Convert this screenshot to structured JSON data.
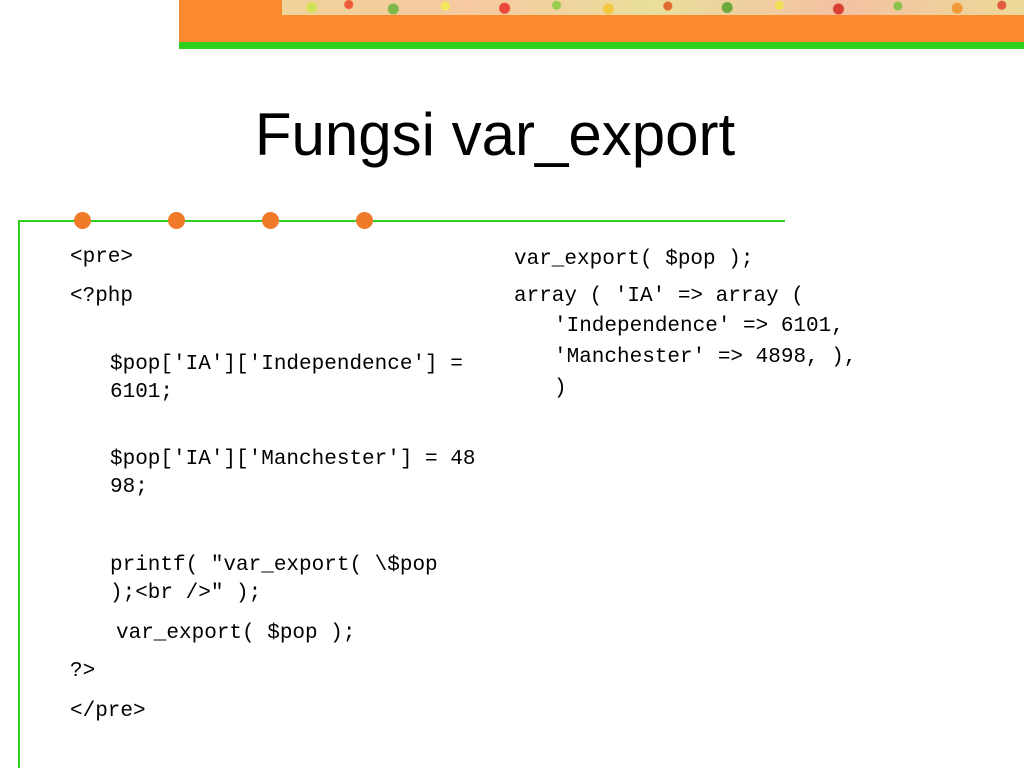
{
  "slide": {
    "title": "Fungsi var_export"
  },
  "left_code": {
    "pre_open": "<pre>",
    "php_open": "<?php",
    "line1": "$pop['IA']['Independence'] = 6101;",
    "line2": "$pop['IA']['Manchester'] = 4898;",
    "line3": "printf( \"var_export( \\$pop );<br />\" );",
    "line4": "var_export( $pop );",
    "php_close": "?>",
    "pre_close": "</pre>"
  },
  "right_code": {
    "call": "var_export( $pop );",
    "out1": "array ( 'IA' => array (",
    "out2": "'Independence' => 6101,",
    "out3": "'Manchester' => 4898, ),",
    "out4": ")"
  },
  "colors": {
    "banner_orange": "#fb8a2e",
    "accent_green": "#2fcf1e",
    "bullet_orange": "#f07a2a"
  }
}
